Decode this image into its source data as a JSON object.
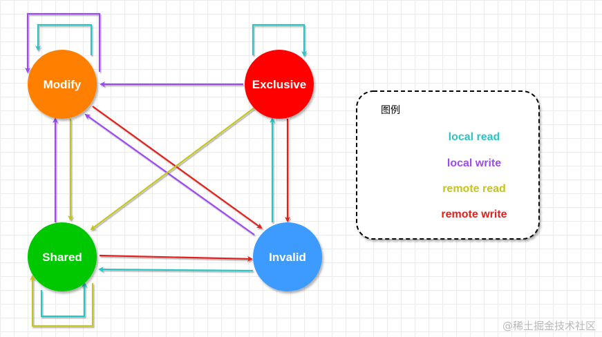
{
  "colors": {
    "local_read": "#2bc4c4",
    "local_write": "#9b4cf0",
    "remote_read": "#c4c41e",
    "remote_write": "#e0201c",
    "modify": "#ff8000",
    "exclusive": "#ff0000",
    "shared": "#00c800",
    "invalid": "#3d9bff"
  },
  "states": {
    "modify": "Modify",
    "exclusive": "Exclusive",
    "shared": "Shared",
    "invalid": "Invalid"
  },
  "legend": {
    "title": "图例",
    "items": [
      {
        "label": "local read",
        "color": "#2bc4c4"
      },
      {
        "label": "local write",
        "color": "#9b4cf0"
      },
      {
        "label": "remote read",
        "color": "#c4c41e"
      },
      {
        "label": "remote write",
        "color": "#e0201c"
      }
    ]
  },
  "watermark": "@稀土掘金技术社区"
}
